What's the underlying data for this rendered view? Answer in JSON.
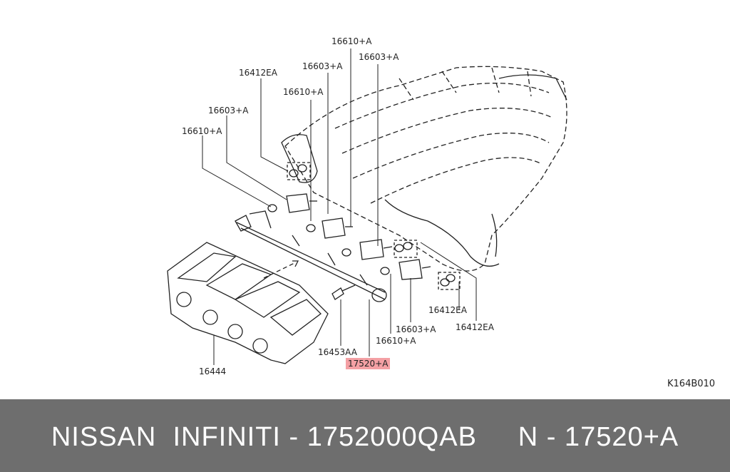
{
  "diagram": {
    "highlight_color": "#f4a0a4",
    "labels": {
      "l_16610_top": "16610+A",
      "l_16603_top": "16603+A",
      "l_16603_mid": "16603+A",
      "l_16412ea_top": "16412EA",
      "l_16610_mid": "16610+A",
      "l_16603_left": "16603+A",
      "l_16610_left": "16610+A",
      "l_16412ea_low1": "16412EA",
      "l_16412ea_low2": "16412EA",
      "l_16603_low": "16603+A",
      "l_16610_low": "16610+A",
      "l_16453aa": "16453AA",
      "l_17520": "17520+A",
      "l_16444": "16444",
      "ref_code": "K164B010"
    }
  },
  "footer": {
    "text": "NISSAN  INFINITI - 1752000QAB     N - 17520+A",
    "background": "#6e6e6e"
  }
}
